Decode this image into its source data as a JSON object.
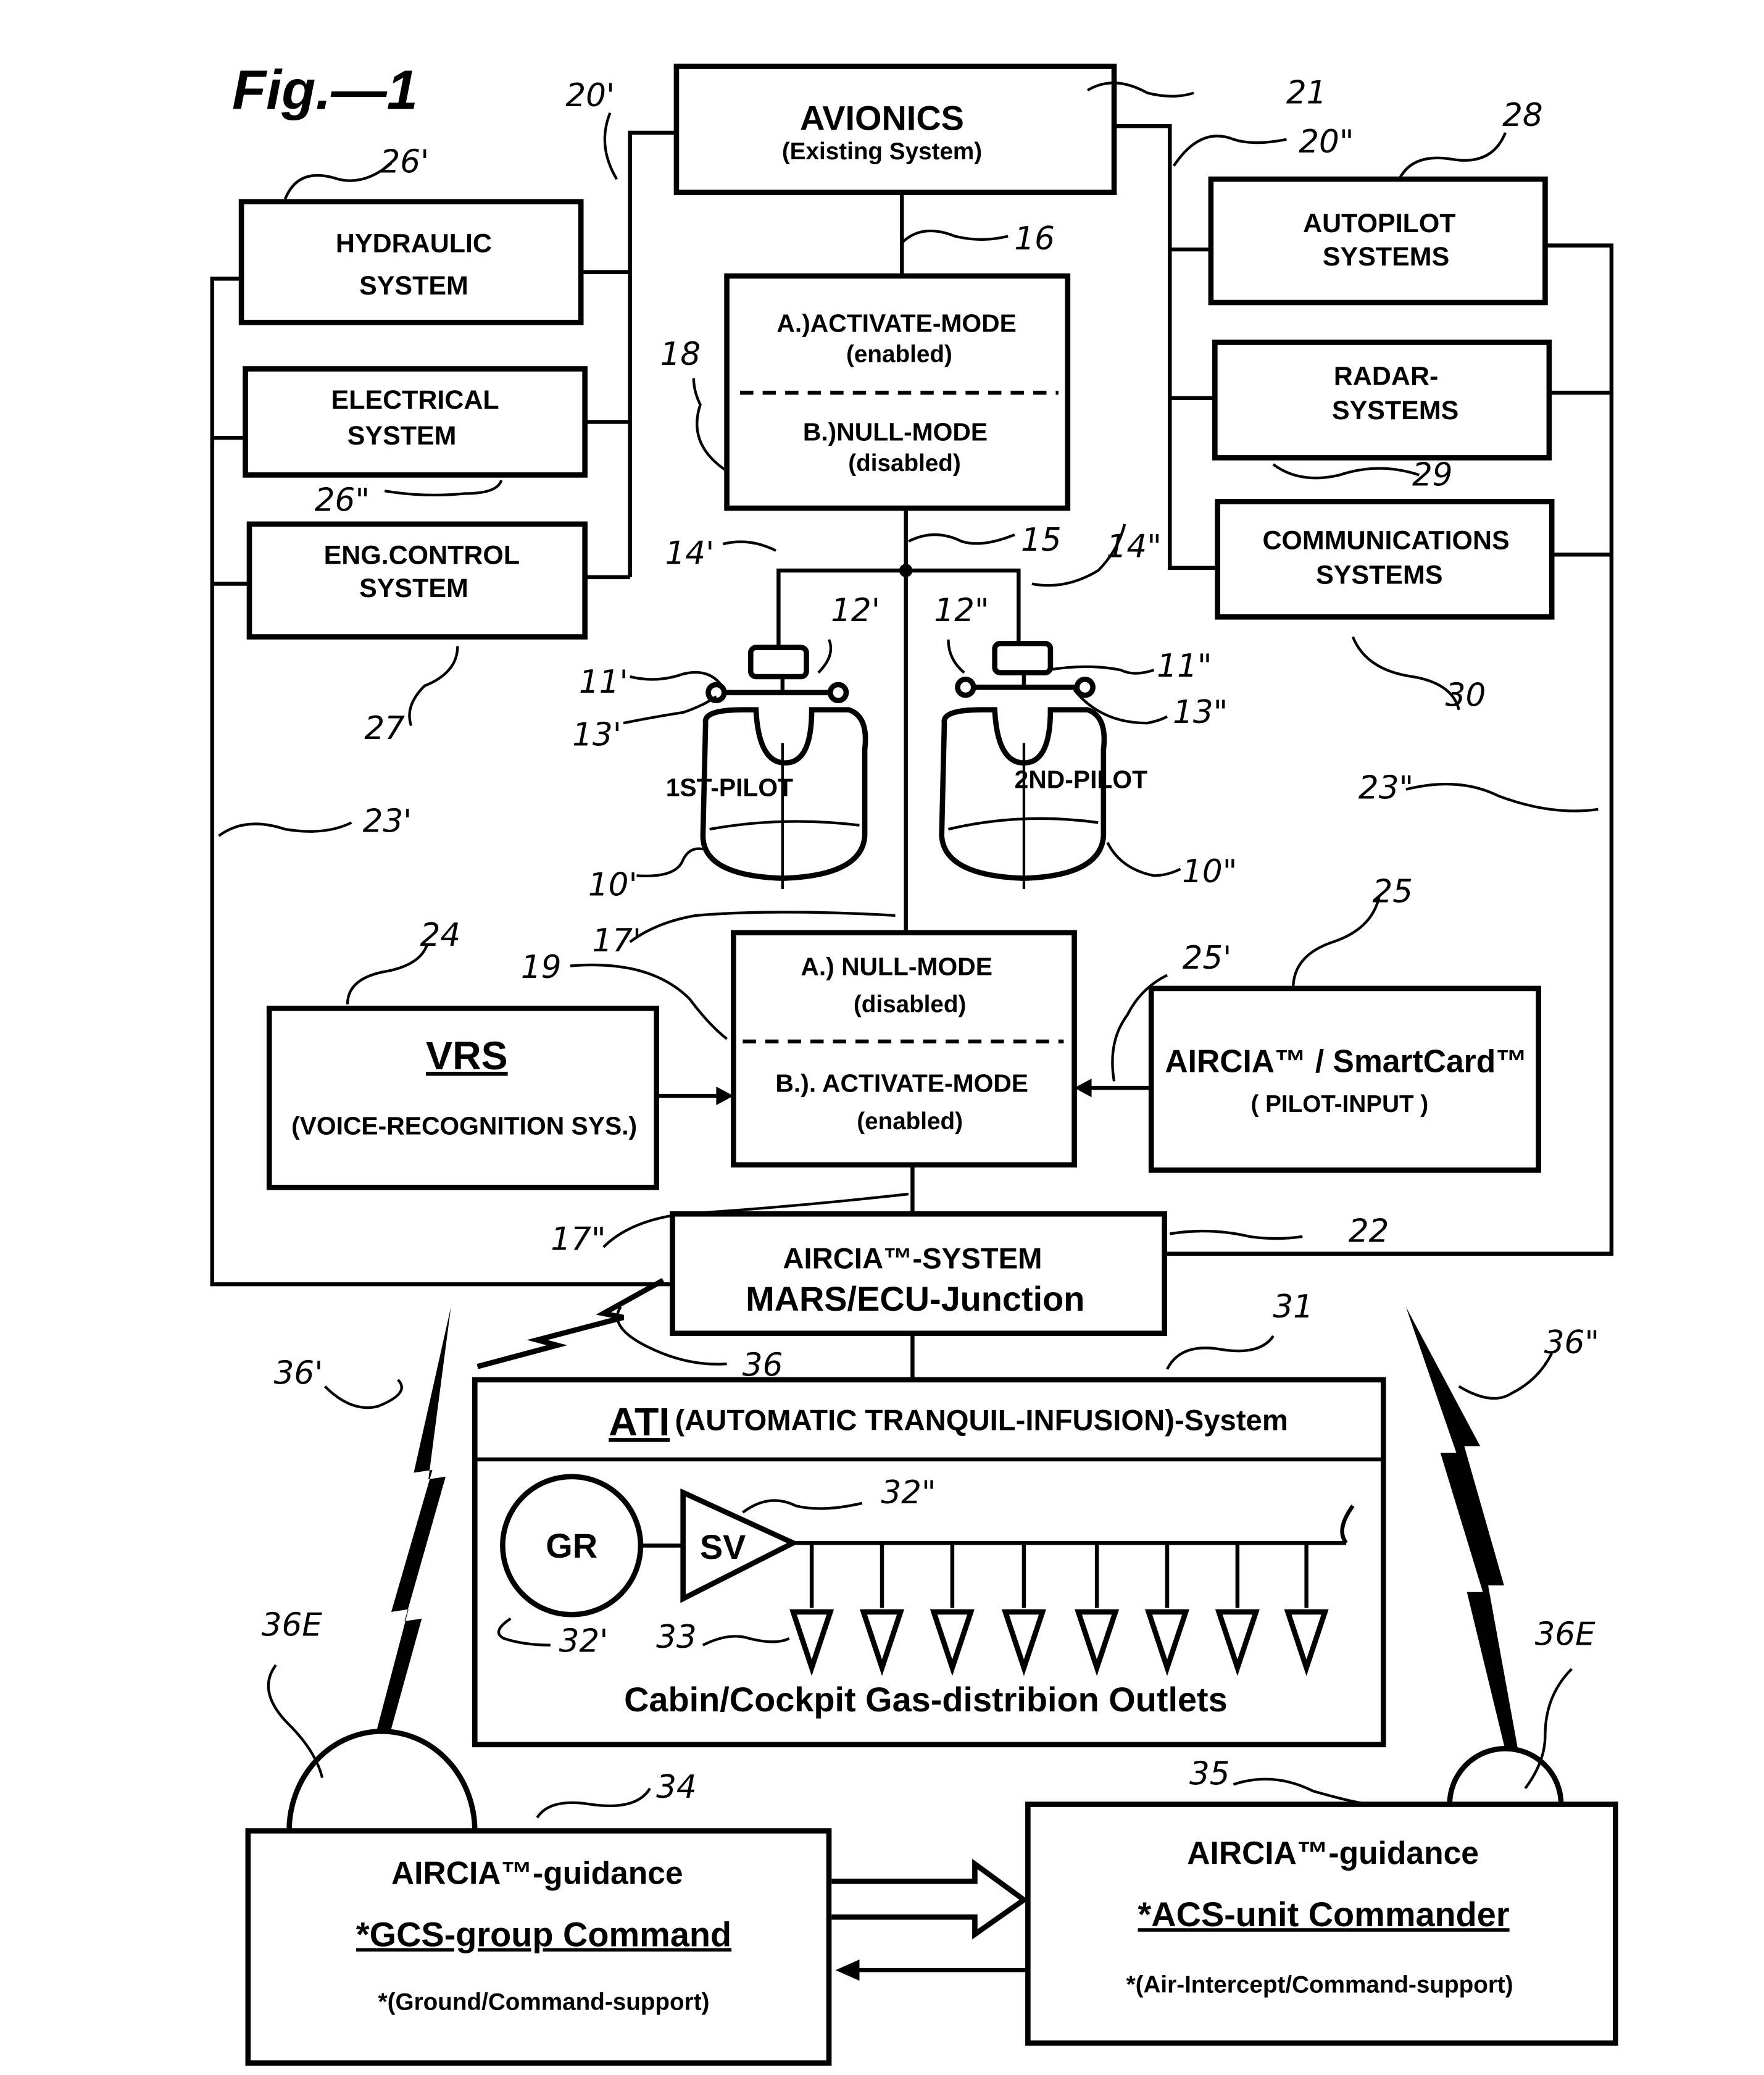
{
  "figure": {
    "title": "Fig.—1"
  },
  "avionics": {
    "title": "AVIONICS",
    "subtitle": "(Existing System)"
  },
  "left_systems": [
    {
      "line1": "HYDRAULIC",
      "line2": "SYSTEM"
    },
    {
      "line1": "ELECTRICAL",
      "line2": "SYSTEM"
    },
    {
      "line1": "ENG.CONTROL",
      "line2": "SYSTEM"
    }
  ],
  "right_systems": [
    {
      "line1": "AUTOPILOT",
      "line2": "SYSTEMS"
    },
    {
      "line1": "RADAR-",
      "line2": "SYSTEMS"
    },
    {
      "line1": "COMMUNICATIONS",
      "line2": "SYSTEMS"
    }
  ],
  "mode_upper": {
    "a": "A.)ACTIVATE-MODE",
    "a_sub": "(enabled)",
    "b": "B.)NULL-MODE",
    "b_sub": "(disabled)"
  },
  "mode_lower": {
    "a": "A.) NULL-MODE",
    "a_sub": "(disabled)",
    "b": "B.). ACTIVATE-MODE",
    "b_sub": "(enabled)"
  },
  "pilots": {
    "first": "1ST-PILOT",
    "second": "2ND-PILOT"
  },
  "vrs": {
    "title": "VRS",
    "subtitle": "(VOICE-RECOGNITION SYS.)"
  },
  "smartcard": {
    "title": "AIRCIA™ / SmartCard™",
    "subtitle": "( PILOT-INPUT )"
  },
  "junction": {
    "line1": "AIRCIA™-SYSTEM",
    "line2": "MARS/ECU-Junction"
  },
  "ati": {
    "abbr": "ATI",
    "title": "(AUTOMATIC TRANQUIL-INFUSION)-System",
    "gr": "GR",
    "sv": "SV",
    "caption": "Cabin/Cockpit  Gas-distribion  Outlets"
  },
  "gcs": {
    "line1": "AIRCIA™-guidance",
    "line2": "*GCS-group  Command",
    "line3": "*(Ground/Command-support)"
  },
  "acs": {
    "line1": "AIRCIA™-guidance",
    "line2": "*ACS-unit  Commander",
    "line3": "*(Air-Intercept/Command-support)"
  },
  "refs": {
    "r20a": "20'",
    "r21": "21",
    "r20b": "20\"",
    "r28": "28",
    "r26a": "26'",
    "r16": "16",
    "r18": "18",
    "r26b": "26\"",
    "r14a": "14'",
    "r15": "15",
    "r14b": "14\"",
    "r12a": "12'",
    "r12b": "12\"",
    "r11a": "11'",
    "r11b": "11\"",
    "r13a": "13'",
    "r13b": "13\"",
    "r27": "27",
    "r29": "29",
    "r30": "30",
    "r23a": "23'",
    "r23b": "23\"",
    "r10a": "10'",
    "r10b": "10\"",
    "r17a": "17'",
    "r19": "19",
    "r24": "24",
    "r25": "25",
    "r25a": "25'",
    "r17b": "17\"",
    "r22": "22",
    "r31": "31",
    "r36": "36",
    "r36a": "36'",
    "r36b": "36\"",
    "r32b": "32\"",
    "r32a": "32'",
    "r33": "33",
    "r36e1": "36E",
    "r36e2": "36E",
    "r34": "34",
    "r35": "35"
  }
}
